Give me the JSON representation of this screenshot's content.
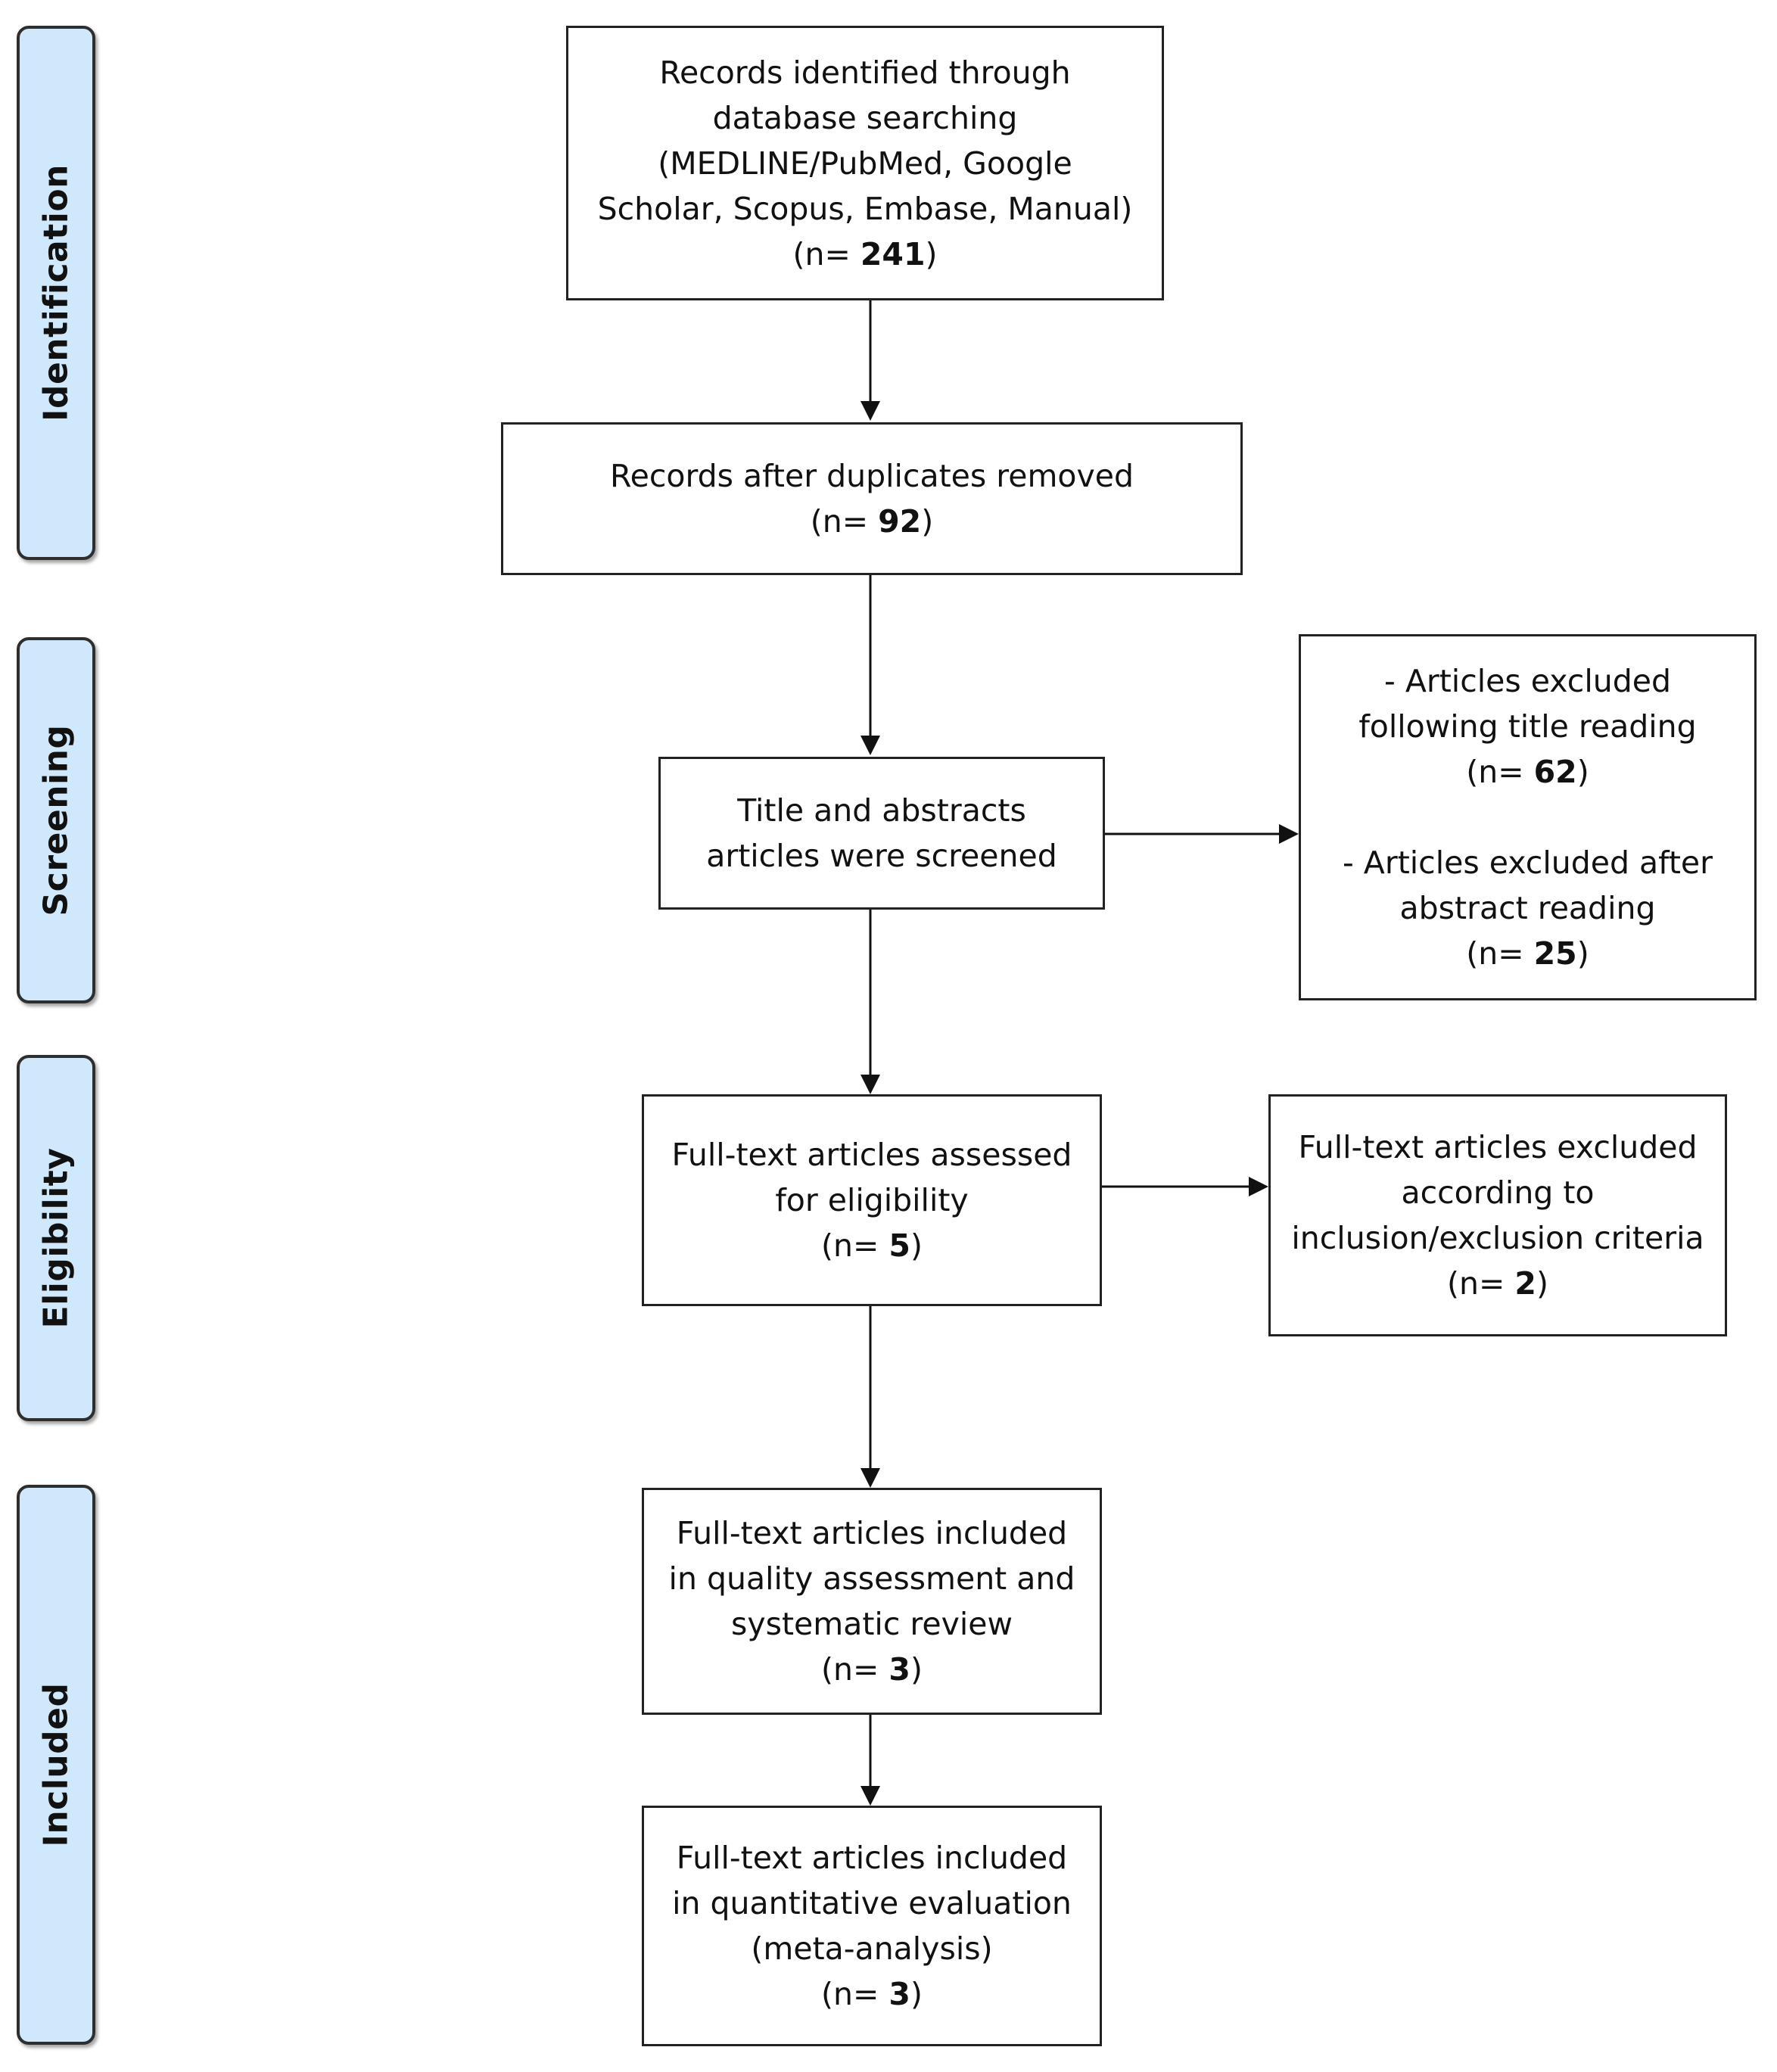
{
  "stages": {
    "identification": "Identification",
    "screening": "Screening",
    "eligibility": "Eligibility",
    "included": "Included"
  },
  "boxes": {
    "records_identified": {
      "lines": [
        "Records identified through",
        "database searching",
        "(MEDLINE/PubMed, Google",
        "Scholar, Scopus, Embase, Manual)"
      ],
      "n_prefix": "(n= ",
      "n": "241",
      "n_suffix": ")"
    },
    "duplicates_removed": {
      "lines": [
        "Records after duplicates removed"
      ],
      "n_prefix": "(n= ",
      "n": "92",
      "n_suffix": ")"
    },
    "screened": {
      "lines": [
        "Title and abstracts",
        "articles were screened"
      ]
    },
    "excluded_screening": {
      "title_lines": [
        "- Articles excluded",
        "following title reading"
      ],
      "title_n_prefix": "(n= ",
      "title_n": "62",
      "title_n_suffix": ")",
      "abstract_lines": [
        "- Articles excluded after",
        "abstract reading"
      ],
      "abstract_n_prefix": "(n= ",
      "abstract_n": "25",
      "abstract_n_suffix": ")"
    },
    "eligibility": {
      "lines": [
        "Full-text articles assessed",
        "for eligibility"
      ],
      "n_prefix": "(n= ",
      "n": "5",
      "n_suffix": ")"
    },
    "excluded_eligibility": {
      "lines": [
        "Full-text articles excluded",
        "according to",
        "inclusion/exclusion criteria"
      ],
      "n_prefix": "(n= ",
      "n": "2",
      "n_suffix": ")"
    },
    "included_review": {
      "lines": [
        "Full-text articles included",
        "in quality assessment and",
        "systematic review"
      ],
      "n_prefix": "(n= ",
      "n": "3",
      "n_suffix": ")"
    },
    "included_meta": {
      "lines": [
        "Full-text articles included",
        "in quantitative evaluation",
        "(meta-analysis)"
      ],
      "n_prefix": "(n= ",
      "n": "3",
      "n_suffix": ")"
    }
  }
}
